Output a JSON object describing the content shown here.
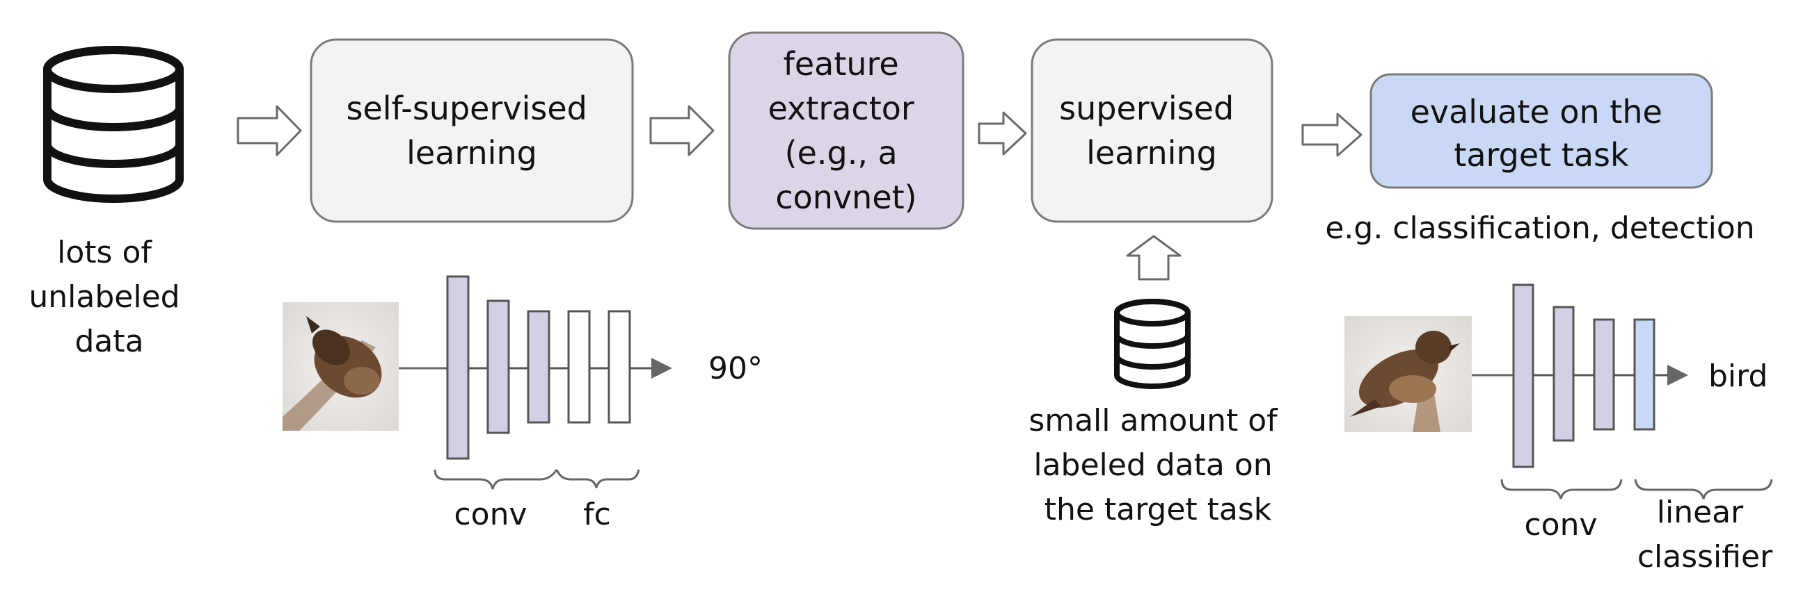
{
  "colors": {
    "gray_box": "#f3f3f3",
    "gray_stroke": "#7a7a7a",
    "purple_box": "#dcd5e8",
    "blue_box": "#c9d8f5",
    "layer_purple": "#d5cfe6",
    "layer_blue": "#c9d8f5",
    "line": "#666666"
  },
  "icons": {
    "unlabeled_db": "database-icon",
    "labeled_db": "database-icon",
    "bird_pretext": "bird-photo",
    "bird_target": "bird-photo"
  },
  "unlabeled": {
    "lines": [
      "lots of",
      "unlabeled",
      "data"
    ]
  },
  "ssl_box": {
    "lines": [
      "self-supervised",
      "learning"
    ]
  },
  "feature_box": {
    "lines": [
      "feature",
      "extractor",
      "(e.g., a",
      "convnet)"
    ]
  },
  "sup_box": {
    "lines": [
      "supervised",
      "learning"
    ]
  },
  "eval_box": {
    "lines": [
      "evaluate on the",
      "target task"
    ]
  },
  "eval_caption": "e.g. classification, detection",
  "labeled": {
    "lines": [
      "small amount of",
      "labeled data on",
      "the target task"
    ]
  },
  "pretext": {
    "output": "90°",
    "brace_conv": "conv",
    "brace_fc": "fc"
  },
  "target": {
    "output": "bird",
    "brace_conv": "conv",
    "brace_linear": [
      "linear",
      "classifier"
    ]
  }
}
